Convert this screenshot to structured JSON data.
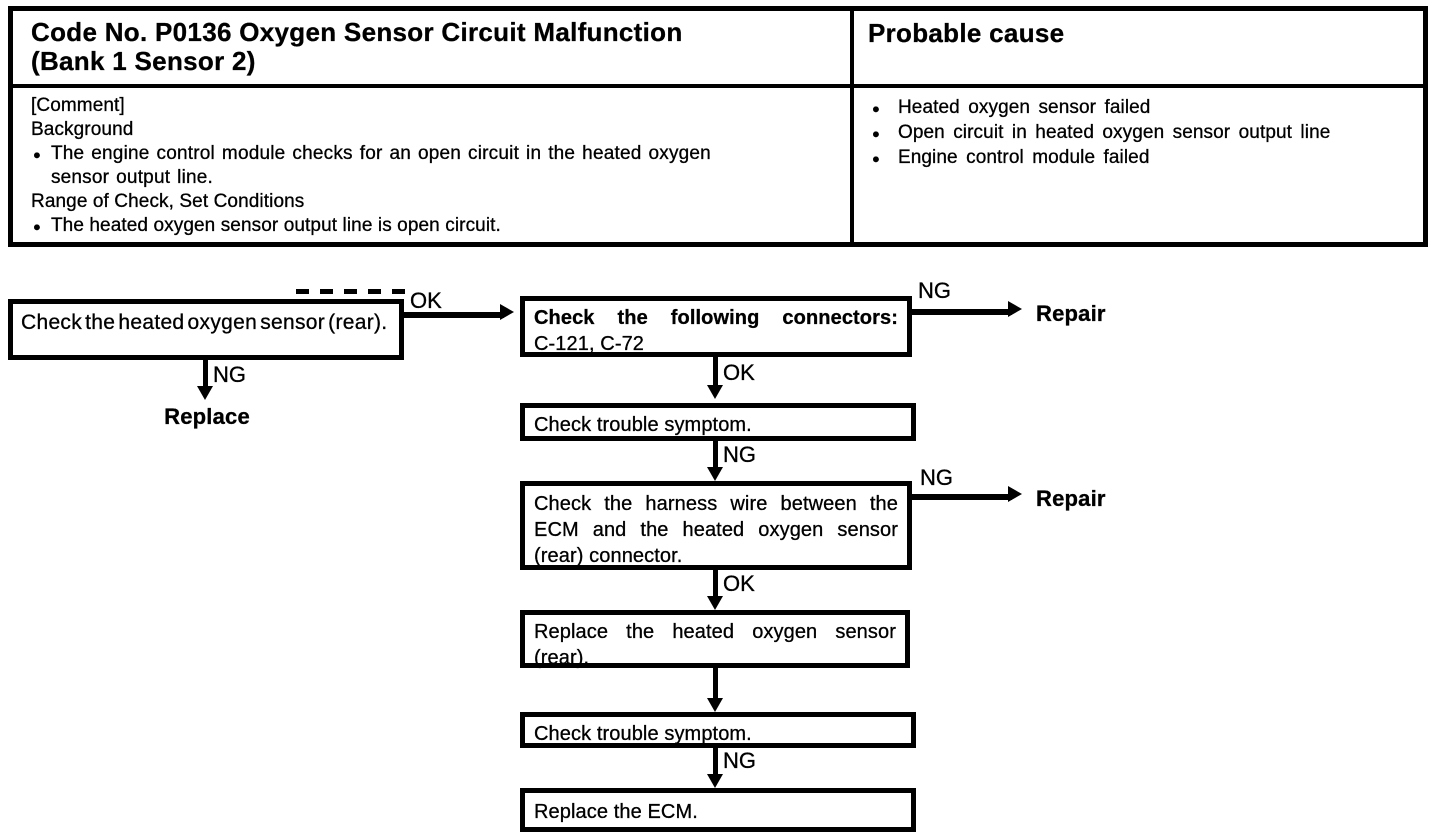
{
  "table": {
    "title_lines": [
      "Code No. P0136 Oxygen Sensor Circuit Malfunction",
      "(Bank 1 Sensor 2)"
    ],
    "probable_cause_header": "Probable cause",
    "comment_label": "[Comment]",
    "background_label": "Background",
    "background_bullet": "The engine control module checks for an open circuit in the heated oxygen sensor output line.",
    "range_label": "Range of Check, Set Conditions",
    "range_bullet": "The heated oxygen sensor output line is open circuit.",
    "probable_causes": [
      "Heated oxygen sensor failed",
      "Open circuit in heated oxygen sensor output line",
      "Engine control module failed"
    ]
  },
  "flowchart": {
    "box_check_sensor": "Check the heated oxygen sensor (rear).",
    "box_check_connectors_lines": [
      "Check the following connectors:",
      "C-121, C-72"
    ],
    "box_check_symptom_1": "Check trouble symptom.",
    "box_check_harness_lines": [
      "Check the harness wire between the",
      "ECM and the heated oxygen sensor",
      "(rear) connector."
    ],
    "box_replace_sensor_lines": [
      "Replace the heated oxygen sensor",
      "(rear)."
    ],
    "box_check_symptom_2": "Check trouble symptom.",
    "box_replace_ecm": "Replace the ECM.",
    "label_ok": "OK",
    "label_ng": "NG",
    "action_repair": "Repair",
    "action_replace": "Replace"
  }
}
